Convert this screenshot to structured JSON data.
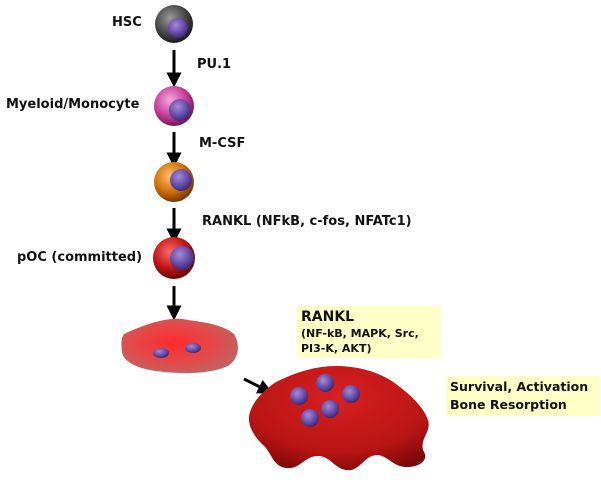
{
  "stages": {
    "hsc": "HSC",
    "myeloid": "Myeloid/Monocyte",
    "poc": "pOC (committed)"
  },
  "factors": {
    "pu1": "PU.1",
    "mcsf": "M-CSF",
    "rankl": "RANKL (NFkB, c-fos, NFATc1)"
  },
  "signaling_box": {
    "title": "RANKL",
    "line1": "(NF-kB, MAPK, Src,",
    "line2": "PI3-K, AKT)"
  },
  "outcome_box": {
    "line1": "Survival, Activation",
    "line2": "Bone Resorption"
  },
  "colors": {
    "hsc_cell": "#4a4a4a",
    "myeloid_cell": "#c8409c",
    "mcsf_cell": "#d0720c",
    "poc_cell": "#c21616",
    "osteoclast": "#b81414",
    "nucleus": "#5a3f9a",
    "label_box": "#ffffc8"
  }
}
